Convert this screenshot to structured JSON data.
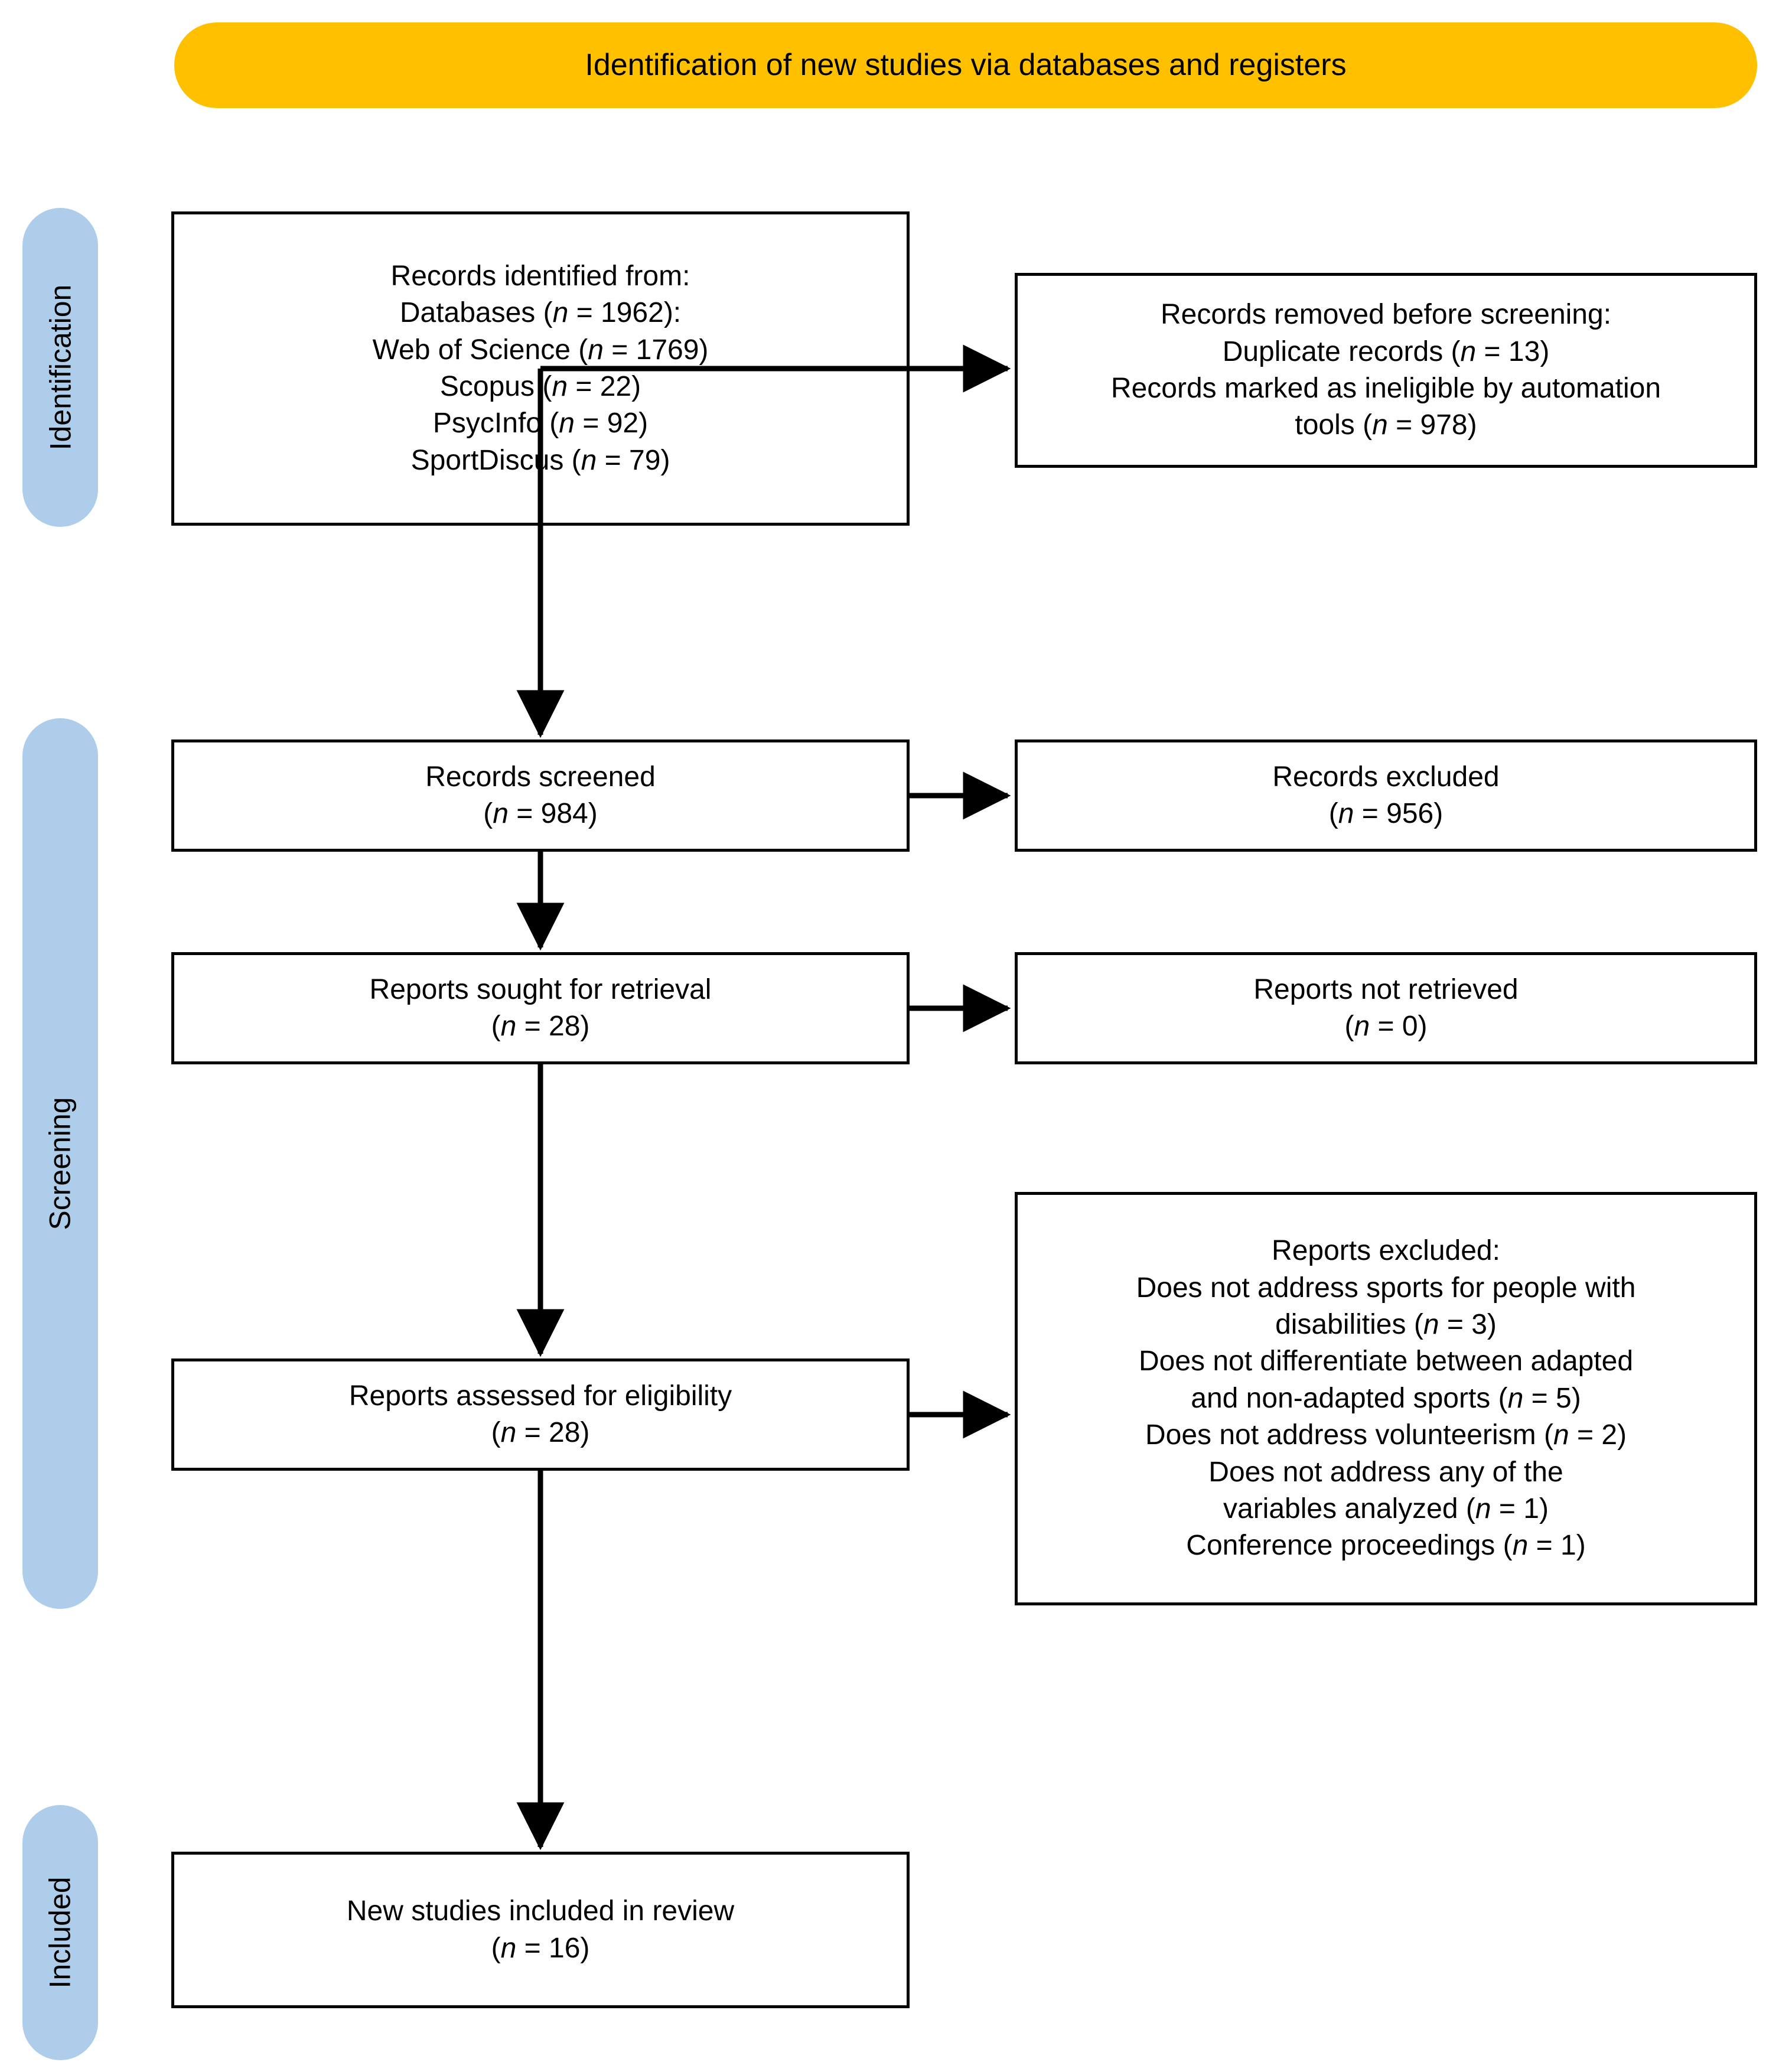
{
  "banner": {
    "title": "Identification of new studies via databases and registers",
    "color": "#FFC000"
  },
  "stages": {
    "color": "#AECDEA",
    "items": [
      {
        "id": "identification",
        "label": "Identification"
      },
      {
        "id": "screening",
        "label": "Screening"
      },
      {
        "id": "included",
        "label": "Included"
      }
    ]
  },
  "boxes": {
    "identified": {
      "lines": [
        {
          "text": "Records identified from:"
        },
        {
          "text": "Databases (",
          "ital": "n",
          "tail": " = 1962):"
        },
        {
          "text": "Web of Science (",
          "ital": "n",
          "tail": " = 1769)"
        },
        {
          "text": "Scopus (",
          "ital": "n",
          "tail": " = 22)"
        },
        {
          "text": "PsycInfo (",
          "ital": "n",
          "tail": " = 92)"
        },
        {
          "text": "SportDiscus (",
          "ital": "n",
          "tail": " = 79)"
        }
      ]
    },
    "removed": {
      "lines": [
        {
          "text": "Records removed before screening:"
        },
        {
          "text": "Duplicate records (",
          "ital": "n",
          "tail": " = 13)"
        },
        {
          "text": "Records marked as ineligible by automation"
        },
        {
          "text": "tools (",
          "ital": "n",
          "tail": " = 978)"
        }
      ]
    },
    "screened": {
      "lines": [
        {
          "text": "Records screened"
        },
        {
          "text": "(",
          "ital": "n",
          "tail": " = 984)"
        }
      ]
    },
    "excluded_records": {
      "lines": [
        {
          "text": "Records excluded"
        },
        {
          "text": "(",
          "ital": "n",
          "tail": " = 956)"
        }
      ]
    },
    "sought": {
      "lines": [
        {
          "text": "Reports sought for retrieval"
        },
        {
          "text": "(",
          "ital": "n",
          "tail": " = 28)"
        }
      ]
    },
    "not_retrieved": {
      "lines": [
        {
          "text": "Reports not retrieved"
        },
        {
          "text": "(",
          "ital": "n",
          "tail": " = 0)"
        }
      ]
    },
    "assessed": {
      "lines": [
        {
          "text": "Reports assessed for eligibility"
        },
        {
          "text": "(",
          "ital": "n",
          "tail": " = 28)"
        }
      ]
    },
    "excluded_reports": {
      "lines": [
        {
          "text": "Reports excluded:"
        },
        {
          "text": "Does not address sports for people with"
        },
        {
          "text": "disabilities (",
          "ital": "n",
          "tail": " = 3)"
        },
        {
          "text": "Does not differentiate between adapted"
        },
        {
          "text": "and non-adapted sports (",
          "ital": "n",
          "tail": " = 5)"
        },
        {
          "text": "Does not address volunteerism (",
          "ital": "n",
          "tail": " = 2)"
        },
        {
          "text": "Does not address any of the"
        },
        {
          "text": "variables analyzed (",
          "ital": "n",
          "tail": " = 1)"
        },
        {
          "text": "Conference proceedings (",
          "ital": "n",
          "tail": " = 1)"
        }
      ]
    },
    "included": {
      "lines": [
        {
          "text": "New studies included in review"
        },
        {
          "text": "(",
          "ital": "n",
          "tail": " = 16)"
        }
      ]
    }
  },
  "counts": {
    "databases_total": 1962,
    "web_of_science": 1769,
    "scopus": 22,
    "psycinfo": 92,
    "sportdiscus": 79,
    "duplicate_records": 13,
    "ineligible_automation_tools": 978,
    "records_screened": 984,
    "records_excluded": 956,
    "reports_sought": 28,
    "reports_not_retrieved": 0,
    "reports_assessed": 28,
    "excl_not_address_sports_disabilities": 3,
    "excl_not_differentiate_adapted": 5,
    "excl_not_address_volunteerism": 2,
    "excl_not_address_variables": 1,
    "excl_conference_proceedings": 1,
    "new_studies_included": 16
  }
}
